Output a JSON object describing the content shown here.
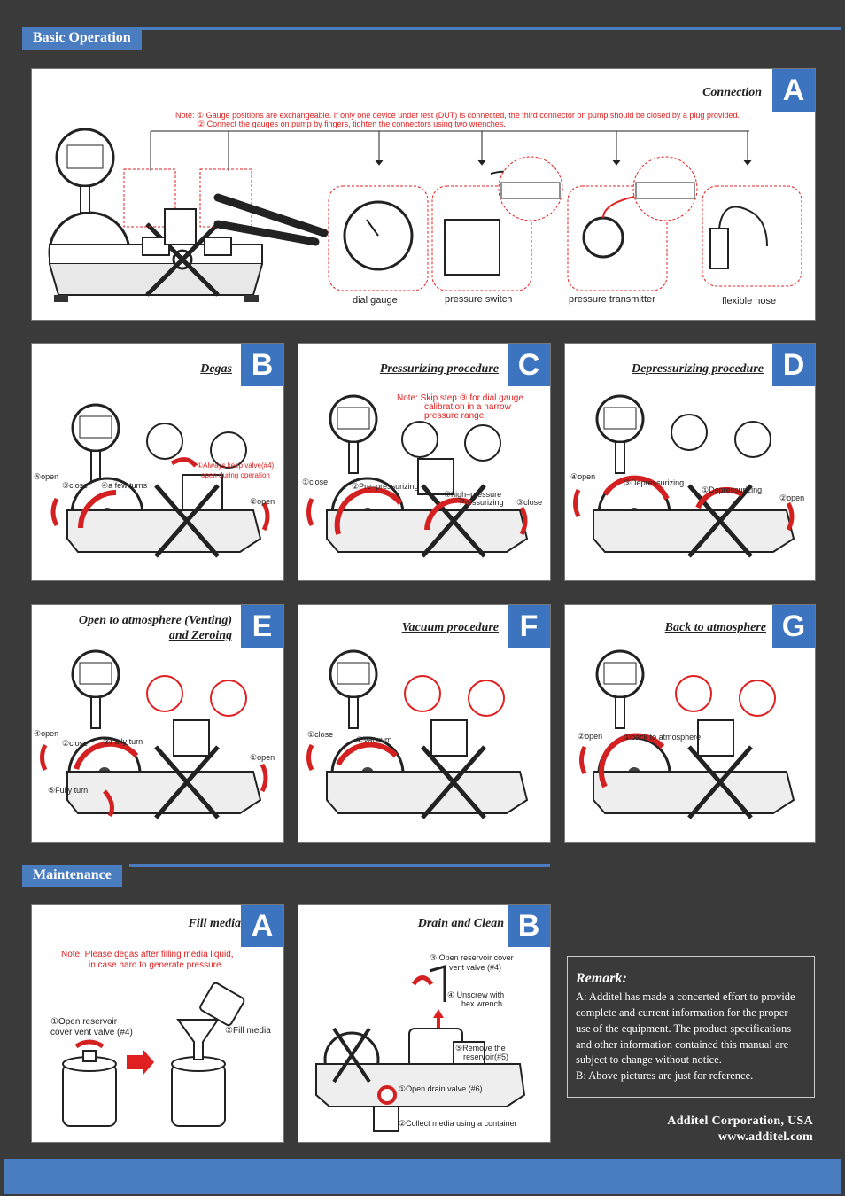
{
  "sections": {
    "basic_operation": "Basic Operation",
    "maintenance": "Maintenance"
  },
  "connection": {
    "letter": "A",
    "title": "Connection",
    "note_line1": "Note: ① Gauge positions are exchangeable. If only one device under test (DUT) is connected, the third connector on pump should be closed by a plug provided.",
    "note_line2": "② Connect the gauges on pump by fingers, tighten the connectors using two wrenches.",
    "devices": [
      "dial gauge",
      "pressure switch",
      "pressure transmitter",
      "flexible hose"
    ]
  },
  "degas": {
    "letter": "B",
    "title": "Degas",
    "steps": [
      "⑤open",
      "③close",
      "④a few turns",
      "①Always keep valve(#4)",
      "open during operation",
      "②open"
    ]
  },
  "pressurizing": {
    "letter": "C",
    "title": "Pressurizing procedure",
    "note": [
      "Note: Skip step ③ for dial gauge",
      "calibration in a narrow",
      "pressure range"
    ],
    "steps": [
      "①close",
      "②Pre–pressurizing",
      "④high–pressure",
      "Pressurizing",
      "③close"
    ]
  },
  "depressurizing": {
    "letter": "D",
    "title": "Depressurizing procedure",
    "steps": [
      "④open",
      "③Depressurizing",
      "①Depressurizing",
      "②open"
    ]
  },
  "venting": {
    "letter": "E",
    "title_line1": "Open to atmosphere (Venting)",
    "title_line2": "and Zeroing",
    "steps": [
      "④open",
      "②close",
      "③Fully turn",
      "⑤Fully turn",
      "①open"
    ]
  },
  "vacuum": {
    "letter": "F",
    "title": "Vacuum procedure",
    "steps": [
      "①close",
      "②Vacuum"
    ]
  },
  "back": {
    "letter": "G",
    "title": "Back to atmosphere",
    "steps": [
      "②open",
      "①back to atmosphere"
    ]
  },
  "fill": {
    "letter": "A",
    "title": "Fill media",
    "note": [
      "Note: Please degas after filling media liquid,",
      "in case hard to generate pressure."
    ],
    "steps": [
      "①Open reservoir",
      "cover vent valve (#4)",
      "②Fill media"
    ]
  },
  "drain": {
    "letter": "B",
    "title": "Drain and Clean",
    "steps": [
      "③ Open reservoir cover",
      "vent valve (#4)",
      "④ Unscrew with",
      "hex wrench",
      "⑤Remove the",
      "reservoir(#5)",
      "①Open drain valve (#6)",
      "②Collect media using a container"
    ]
  },
  "remark": {
    "title": "Remark:",
    "lines": [
      "A: Additel has made a concerted effort to provide",
      "complete and current information for the proper",
      "use of the equipment. The product specifications",
      "and other information contained this manual are",
      "subject to change without notice.",
      "B: Above pictures are just for reference."
    ]
  },
  "company": {
    "name": "Additel  Corporation, USA",
    "url": "www.additel.com"
  },
  "colors": {
    "accent": "#4a7cc0",
    "letter_bg": "#3d74bf",
    "note": "#e02020",
    "background": "#3a3a3a"
  }
}
